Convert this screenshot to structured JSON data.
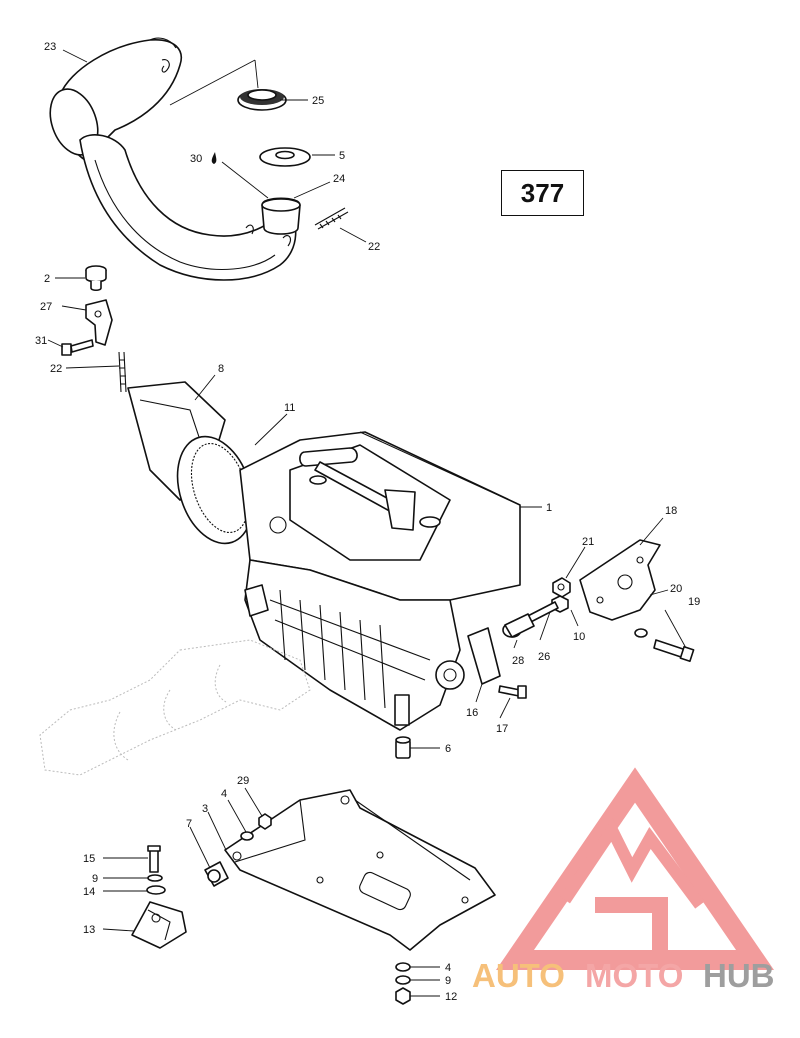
{
  "page_number": "377",
  "brand": {
    "word_1": "AUTO",
    "word_2": "MOTO",
    "word_3": "HUB",
    "color_1": "#f6c07a",
    "color_2": "#f4a6a6",
    "color_3": "#9e9e9e",
    "triangle_color": "#f08a8a"
  },
  "callouts": {
    "c1": "1",
    "c2": "2",
    "c3": "3",
    "c4a": "4",
    "c4b": "4",
    "c5": "5",
    "c6": "6",
    "c7": "7",
    "c8": "8",
    "c9a": "9",
    "c9b": "9",
    "c10": "10",
    "c11": "11",
    "c12": "12",
    "c13": "13",
    "c14": "14",
    "c15": "15",
    "c16": "16",
    "c17": "17",
    "c18": "18",
    "c19": "19",
    "c20": "20",
    "c21": "21",
    "c22a": "22",
    "c22b": "22",
    "c23": "23",
    "c24": "24",
    "c25": "25",
    "c26": "26",
    "c27": "27",
    "c28": "28",
    "c29": "29",
    "c30": "30",
    "c31": "31"
  }
}
